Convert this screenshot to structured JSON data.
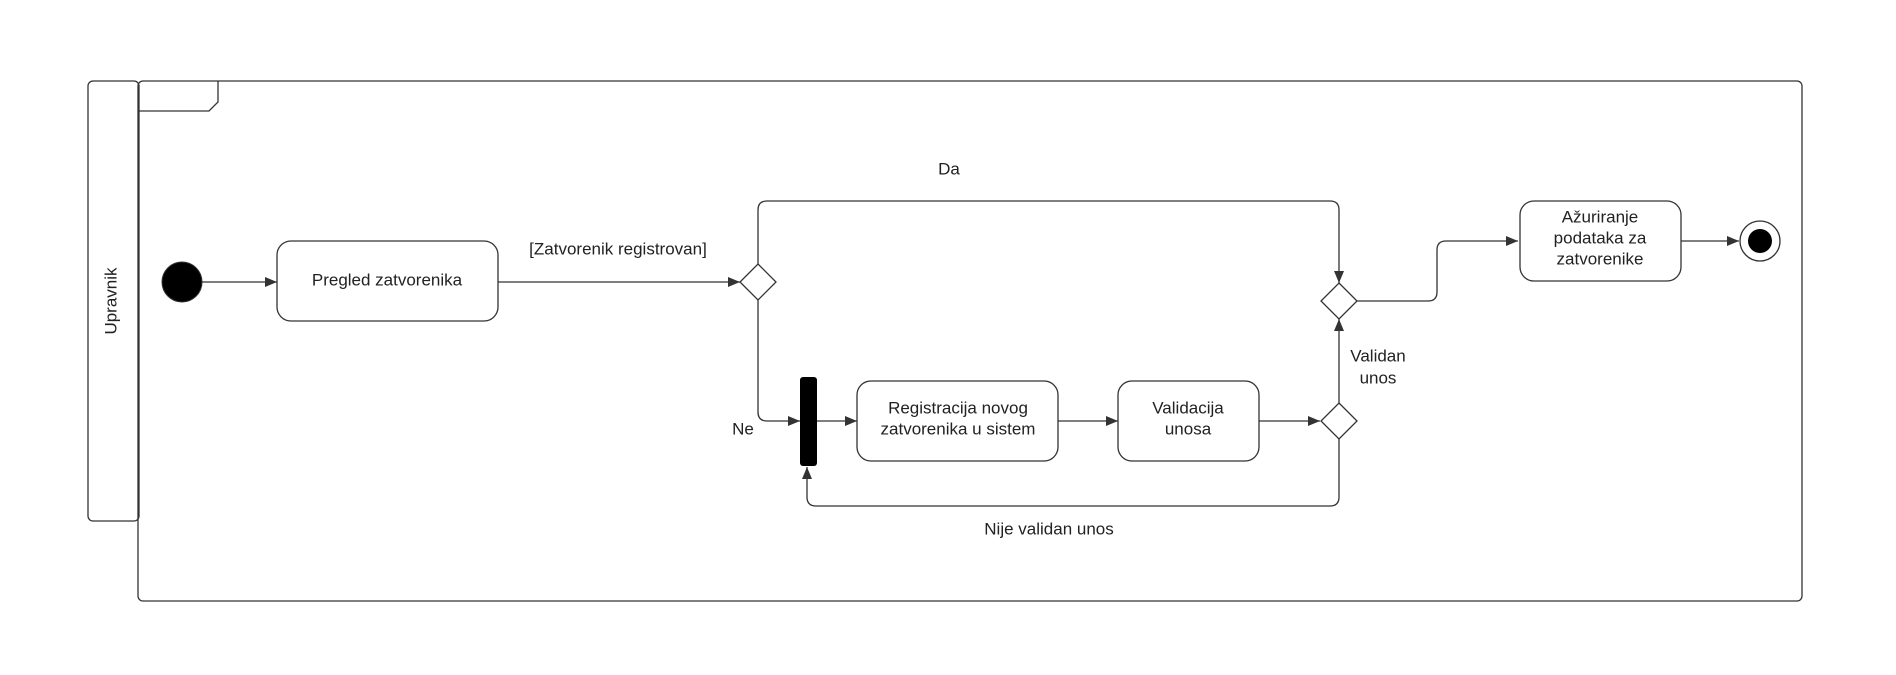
{
  "diagram": {
    "swimlane_label": "Upravnik",
    "nodes": {
      "review": "Pregled zatvorenika",
      "register": [
        "Registracija novog",
        "zatvorenika u sistem"
      ],
      "validate": [
        "Validacija",
        "unosa"
      ],
      "update": [
        "Ažuriranje",
        "podataka za",
        "zatvorenike"
      ]
    },
    "edges": {
      "registered": "[Zatvorenik registrovan]",
      "yes": "Da",
      "no": "Ne",
      "valid": [
        "Validan",
        "unos"
      ],
      "invalid": "Nije validan unos"
    }
  }
}
